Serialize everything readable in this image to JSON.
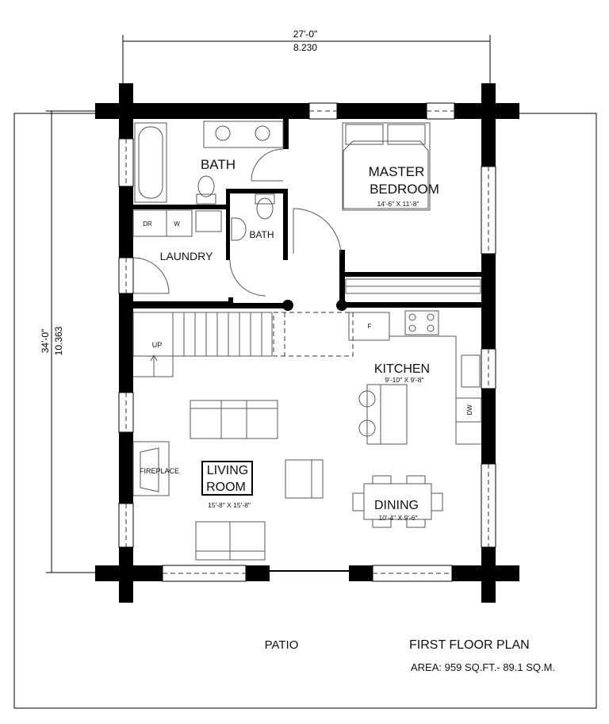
{
  "dimensions": {
    "width_imperial": "27'-0\"",
    "width_metric": "8.230",
    "depth_imperial": "34'-0\"",
    "depth_metric": "10.363"
  },
  "rooms": {
    "bath": "BATH",
    "bath2": "BATH",
    "master_line1": "MASTER",
    "master_line2": "BEDROOM",
    "master_size": "14'-6\" X 11'-8\"",
    "laundry": "LAUNDRY",
    "dryer": "DR",
    "washer": "W",
    "stairs_up": "UP",
    "fridge": "F",
    "kitchen": "KITCHEN",
    "kitchen_size": "9'-10\" X 9'-8\"",
    "dishwasher": "DW",
    "fireplace": "FIREPLACE",
    "living_line1": "LIVING",
    "living_line2": "ROOM",
    "living_size": "15'-8\" X 15'-8\"",
    "dining": "DINING",
    "dining_size": "10'-4\" X 9'-6\"",
    "patio": "PATIO"
  },
  "title": {
    "name": "FIRST FLOOR PLAN",
    "area": "AREA: 959 SQ.FT.- 89.1 SQ.M."
  }
}
